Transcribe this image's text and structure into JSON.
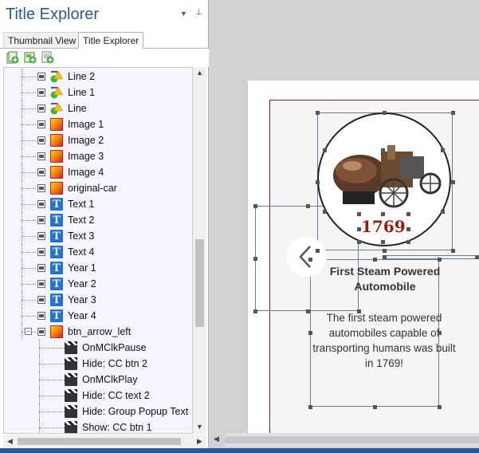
{
  "panel": {
    "title": "Title Explorer",
    "menu_glyph": "▼",
    "pin_glyph": "⊥"
  },
  "tabs": [
    {
      "label": "Thumbnail View"
    },
    {
      "label": "Title Explorer",
      "active": true
    }
  ],
  "toolbar": [
    {
      "icon": "add-page-icon"
    },
    {
      "icon": "add-scene-icon"
    },
    {
      "icon": "add-item-icon"
    }
  ],
  "tree": {
    "rows": [
      {
        "label": "Line 2",
        "icon": "line-shape-icon"
      },
      {
        "label": "Line 1",
        "icon": "line-shape-icon"
      },
      {
        "label": "Line",
        "icon": "line-shape-icon"
      },
      {
        "label": "Image 1",
        "icon": "image-icon"
      },
      {
        "label": "Image 2",
        "icon": "image-icon"
      },
      {
        "label": "Image 3",
        "icon": "image-icon"
      },
      {
        "label": "Image 4",
        "icon": "image-icon"
      },
      {
        "label": "original-car",
        "icon": "image-icon"
      },
      {
        "label": "Text 1",
        "icon": "text-icon"
      },
      {
        "label": "Text 2",
        "icon": "text-icon"
      },
      {
        "label": "Text 3",
        "icon": "text-icon"
      },
      {
        "label": "Text 4",
        "icon": "text-icon"
      },
      {
        "label": "Year 1",
        "icon": "text-icon"
      },
      {
        "label": "Year 2",
        "icon": "text-icon"
      },
      {
        "label": "Year 3",
        "icon": "text-icon"
      },
      {
        "label": "Year 4",
        "icon": "text-icon"
      },
      {
        "label": "btn_arrow_left",
        "icon": "image-icon",
        "expanded": true,
        "toggle": "−"
      },
      {
        "label": "OnMClkPause",
        "icon": "action-clapper-icon",
        "child": true
      },
      {
        "label": "Hide: CC btn 2",
        "icon": "action-clapper-icon",
        "child": true
      },
      {
        "label": "OnMClkPlay",
        "icon": "action-clapper-icon",
        "child": true
      },
      {
        "label": "Hide: CC text 2",
        "icon": "action-clapper-icon",
        "child": true
      },
      {
        "label": "Hide: Group Popup Text",
        "icon": "action-clapper-icon",
        "child": true
      },
      {
        "label": "Show: CC btn 1",
        "icon": "action-clapper-icon",
        "child": true
      }
    ]
  },
  "slide": {
    "year": "1769",
    "heading": "First Steam Powered Automobile",
    "body": "The first steam powered automobiles capable of transporting humans was built in 1769!",
    "image_subject": "steam-car-image"
  },
  "colors": {
    "title": "#2b579a",
    "year": "#9b1b1b",
    "selection": "#6b7c99",
    "slide_border": "#8b1e1e"
  }
}
